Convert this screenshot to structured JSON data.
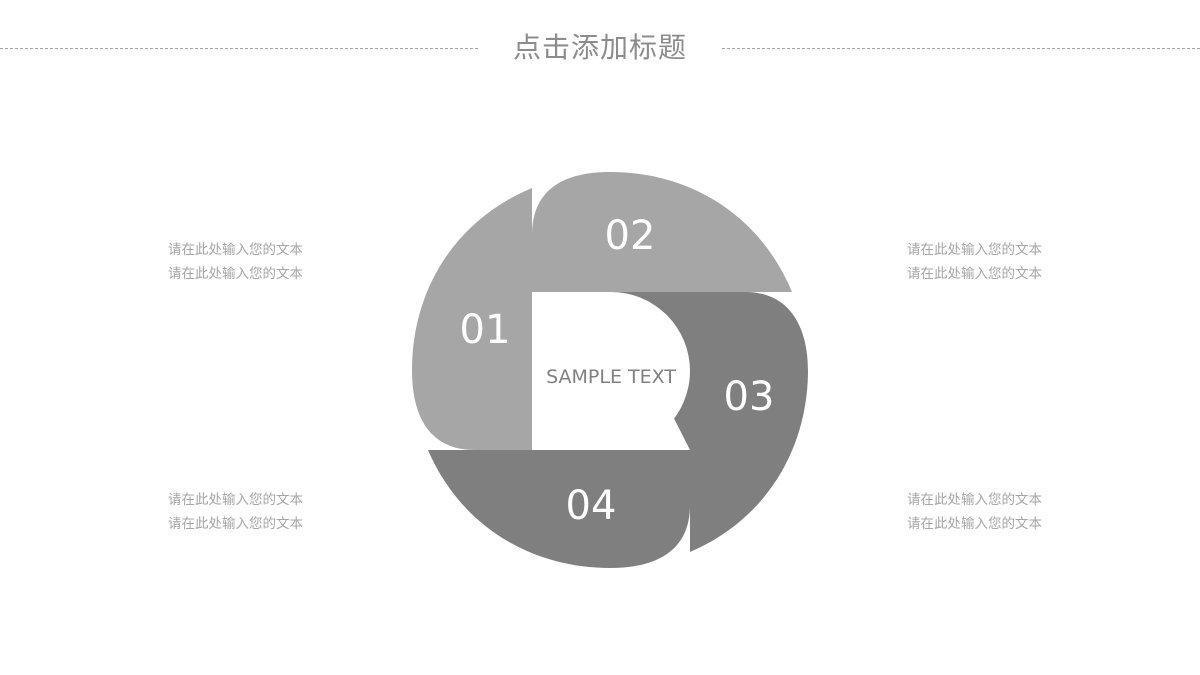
{
  "title": "点击添加标题",
  "center_text": "SAMPLE TEXT",
  "segments": [
    {
      "number": "01"
    },
    {
      "number": "02"
    },
    {
      "number": "03"
    },
    {
      "number": "04"
    }
  ],
  "text_blocks": {
    "top_left": [
      "请在此处输入您的文本",
      "请在此处输入您的文本"
    ],
    "bottom_left": [
      "请在此处输入您的文本",
      "请在此处输入您的文本"
    ],
    "top_right": [
      "请在此处输入您的文本",
      "请在此处输入您的文本"
    ],
    "bottom_right": [
      "请在此处输入您的文本",
      "请在此处输入您的文本"
    ]
  },
  "colors": {
    "light_segment": "#a6a6a6",
    "dark_segment": "#7f7f7f",
    "title": "#8c8c8c",
    "body_text": "#a6a6a6"
  }
}
